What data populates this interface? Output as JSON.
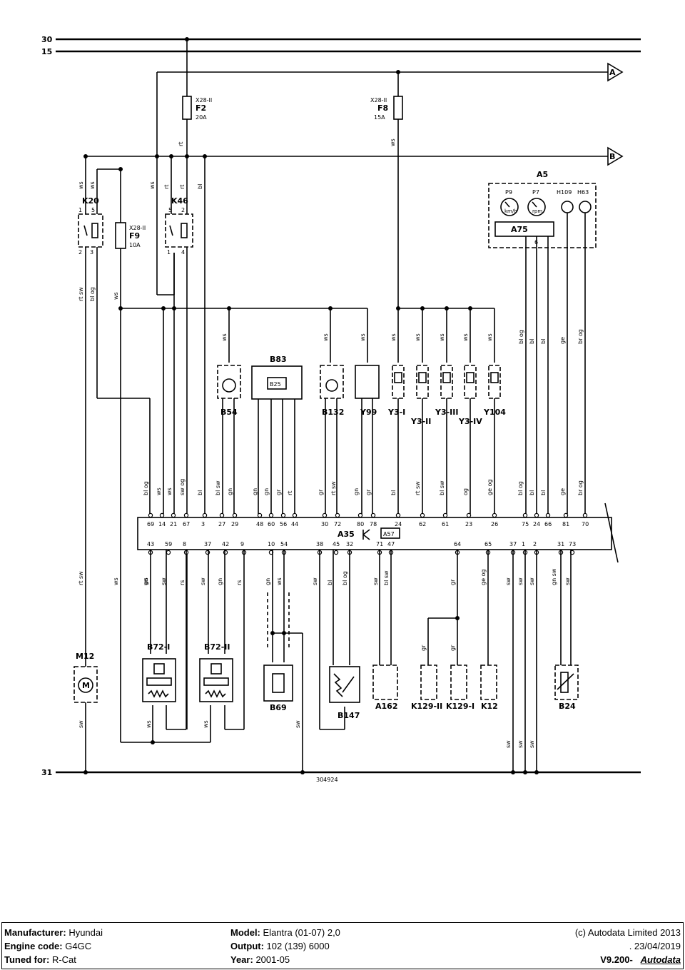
{
  "rails": {
    "r30": "30",
    "r15": "15",
    "r31": "31",
    "connA": "A",
    "connB": "B"
  },
  "fuses": {
    "f2": {
      "conn": "X28-II",
      "name": "F2",
      "rating": "20A"
    },
    "f8": {
      "conn": "X28-II",
      "name": "F8",
      "rating": "15A"
    },
    "f9": {
      "conn": "X28-II",
      "name": "F9",
      "rating": "10A"
    }
  },
  "relays": {
    "k20": {
      "name": "K20",
      "p1": "1",
      "p5": "5",
      "p2": "2",
      "p3": "3"
    },
    "k46": {
      "name": "K46",
      "p5": "5",
      "p2": "2",
      "p1": "1",
      "p4": "4"
    }
  },
  "cluster": {
    "name": "A5",
    "p9": "P9",
    "p7": "P7",
    "h109": "H109",
    "h63": "H63",
    "a75": "A75",
    "kmh": "km/h",
    "rpm": "rpm",
    "pin6": "6"
  },
  "components": {
    "b54": "B54",
    "b83": "B83",
    "b25": "B25",
    "b132": "B132",
    "y99": "Y99",
    "y3i": "Y3-I",
    "y3ii": "Y3-II",
    "y3iii": "Y3-III",
    "y3iv": "Y3-IV",
    "y104": "Y104",
    "a35": "A35",
    "a57": "A57",
    "m12": "M12",
    "b72i": "B72-I",
    "b72ii": "B72-II",
    "b69": "B69",
    "b147": "B147",
    "a162": "A162",
    "k129ii": "K129-II",
    "k129i": "K129-I",
    "k12": "K12",
    "b24": "B24"
  },
  "ecu_top_pins": [
    "69",
    "14",
    "21",
    "67",
    "3",
    "27",
    "29",
    "48",
    "60",
    "56",
    "44",
    "30",
    "72",
    "80",
    "78",
    "24",
    "62",
    "61",
    "23",
    "26",
    "75",
    "24",
    "66",
    "81",
    "70"
  ],
  "ecu_bottom_pins": [
    "43",
    "59",
    "8",
    "37",
    "42",
    "9",
    "10",
    "54",
    "38",
    "45",
    "32",
    "71",
    "47",
    "64",
    "65",
    "37",
    "1",
    "2",
    "31",
    "73"
  ],
  "upper_wire_colors": [
    "bl og",
    "ws",
    "ws",
    "sw og",
    "bl",
    "bl sw",
    "gn",
    "gn",
    "gn",
    "gr",
    "rt",
    "gr",
    "rt sw",
    "gn",
    "gr",
    "bl",
    "rt sw",
    "bl sw",
    "og",
    "ge og",
    "bl og",
    "bl",
    "bl",
    "ge",
    "br og"
  ],
  "lower_wire_colors": [
    "rt sw",
    "ws",
    "gn",
    "sw",
    "rs",
    "sw",
    "gn",
    "rs",
    "gn",
    "ws",
    "sw",
    "bl",
    "bl og",
    "sw",
    "bl sw",
    "gr",
    "ge og",
    "sw",
    "sw",
    "sw",
    "gn sw",
    "sw"
  ],
  "misc_wire_colors": {
    "ws": "ws",
    "rt": "rt",
    "bl": "bl",
    "rtsw": "rt sw",
    "blog": "bl og",
    "sw": "sw",
    "gr": "gr",
    "blog2": "bl og",
    "bl2": "bl",
    "ge": "ge",
    "brog": "br og"
  },
  "diagram_number": "304924",
  "footer": {
    "manufacturer_label": "Manufacturer:",
    "manufacturer": "Hyundai",
    "engine_label": "Engine code:",
    "engine": "G4GC",
    "tuned_label": "Tuned for:",
    "tuned": "R-Cat",
    "model_label": "Model:",
    "model": "Elantra (01-07) 2,0",
    "output_label": "Output:",
    "output": "102 (139) 6000",
    "year_label": "Year:",
    "year": "2001-05",
    "copyright": "(c) Autodata Limited 2013",
    "date": ".   23/04/2019",
    "version": "V9.200-",
    "brand": "Autodata"
  }
}
